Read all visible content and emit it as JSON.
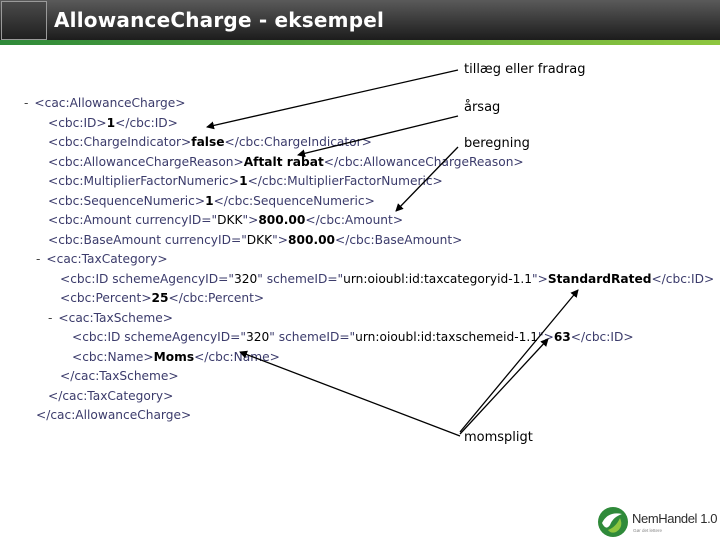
{
  "header": {
    "title": "AllowanceCharge - eksempel",
    "bar_color": "#2b2b2b",
    "accent_color": "#6cb33f"
  },
  "xml": {
    "lines": [
      {
        "indent": 0,
        "marker": "-",
        "parts": [
          {
            "t": "tg",
            "v": "<cac:AllowanceCharge>"
          }
        ]
      },
      {
        "indent": 1,
        "marker": "",
        "parts": [
          {
            "t": "tg",
            "v": "<cbc:ID>"
          },
          {
            "t": "vl",
            "v": "1"
          },
          {
            "t": "tg",
            "v": "</cbc:ID>"
          }
        ]
      },
      {
        "indent": 1,
        "marker": "",
        "parts": [
          {
            "t": "tg",
            "v": "<cbc:ChargeIndicator>"
          },
          {
            "t": "vl",
            "v": "false"
          },
          {
            "t": "tg",
            "v": "</cbc:ChargeIndicator>"
          }
        ]
      },
      {
        "indent": 1,
        "marker": "",
        "parts": [
          {
            "t": "tg",
            "v": "<cbc:AllowanceChargeReason>"
          },
          {
            "t": "vl",
            "v": "Aftalt rabat"
          },
          {
            "t": "tg",
            "v": "</cbc:AllowanceChargeReason>"
          }
        ]
      },
      {
        "indent": 1,
        "marker": "",
        "parts": [
          {
            "t": "tg",
            "v": "<cbc:MultiplierFactorNumeric>"
          },
          {
            "t": "vl",
            "v": "1"
          },
          {
            "t": "tg",
            "v": "</cbc:MultiplierFactorNumeric>"
          }
        ]
      },
      {
        "indent": 1,
        "marker": "",
        "parts": [
          {
            "t": "tg",
            "v": "<cbc:SequenceNumeric>"
          },
          {
            "t": "vl",
            "v": "1"
          },
          {
            "t": "tg",
            "v": "</cbc:SequenceNumeric>"
          }
        ]
      },
      {
        "indent": 1,
        "marker": "",
        "parts": [
          {
            "t": "tg",
            "v": "<cbc:Amount currencyID=\""
          },
          {
            "t": "av",
            "v": "DKK"
          },
          {
            "t": "tg",
            "v": "\">"
          },
          {
            "t": "vl",
            "v": "800.00"
          },
          {
            "t": "tg",
            "v": "</cbc:Amount>"
          }
        ]
      },
      {
        "indent": 1,
        "marker": "",
        "parts": [
          {
            "t": "tg",
            "v": "<cbc:BaseAmount currencyID=\""
          },
          {
            "t": "av",
            "v": "DKK"
          },
          {
            "t": "tg",
            "v": "\">"
          },
          {
            "t": "vl",
            "v": "800.00"
          },
          {
            "t": "tg",
            "v": "</cbc:BaseAmount>"
          }
        ]
      },
      {
        "indent": 1,
        "marker": "-",
        "parts": [
          {
            "t": "tg",
            "v": "<cac:TaxCategory>"
          }
        ]
      },
      {
        "indent": 2,
        "marker": "",
        "parts": [
          {
            "t": "tg",
            "v": "<cbc:ID schemeAgencyID=\""
          },
          {
            "t": "av",
            "v": "320"
          },
          {
            "t": "tg",
            "v": "\" schemeID=\""
          },
          {
            "t": "av",
            "v": "urn:oioubl:id:taxcategoryid-1.1"
          },
          {
            "t": "tg",
            "v": "\">"
          },
          {
            "t": "vl",
            "v": "StandardRated"
          },
          {
            "t": "tg",
            "v": "</cbc:ID>"
          }
        ]
      },
      {
        "indent": 2,
        "marker": "",
        "parts": [
          {
            "t": "tg",
            "v": "<cbc:Percent>"
          },
          {
            "t": "vl",
            "v": "25"
          },
          {
            "t": "tg",
            "v": "</cbc:Percent>"
          }
        ]
      },
      {
        "indent": 2,
        "marker": "-",
        "parts": [
          {
            "t": "tg",
            "v": "<cac:TaxScheme>"
          }
        ]
      },
      {
        "indent": 3,
        "marker": "",
        "parts": [
          {
            "t": "tg",
            "v": "<cbc:ID schemeAgencyID=\""
          },
          {
            "t": "av",
            "v": "320"
          },
          {
            "t": "tg",
            "v": "\" schemeID=\""
          },
          {
            "t": "av",
            "v": "urn:oioubl:id:taxschemeid-1.1"
          },
          {
            "t": "tg",
            "v": "\">"
          },
          {
            "t": "vl",
            "v": "63"
          },
          {
            "t": "tg",
            "v": "</cbc:ID>"
          }
        ]
      },
      {
        "indent": 3,
        "marker": "",
        "parts": [
          {
            "t": "tg",
            "v": "<cbc:Name>"
          },
          {
            "t": "vl",
            "v": "Moms"
          },
          {
            "t": "tg",
            "v": "</cbc:Name>"
          }
        ]
      },
      {
        "indent": 2,
        "marker": "",
        "parts": [
          {
            "t": "tg",
            "v": "</cac:TaxScheme>"
          }
        ]
      },
      {
        "indent": 1,
        "marker": "",
        "parts": [
          {
            "t": "tg",
            "v": "</cac:TaxCategory>"
          }
        ]
      },
      {
        "indent": 0,
        "marker": "",
        "parts": [
          {
            "t": "tg",
            "v": "</cac:AllowanceCharge>"
          }
        ]
      }
    ]
  },
  "annotations": {
    "tillaeg": "tillæg eller fradrag",
    "aarsag": "årsag",
    "beregning": "beregning",
    "momspligt": "momspligt"
  },
  "logo": {
    "name": "NemHandel 1.0",
    "tagline": "Gør det lettere"
  }
}
